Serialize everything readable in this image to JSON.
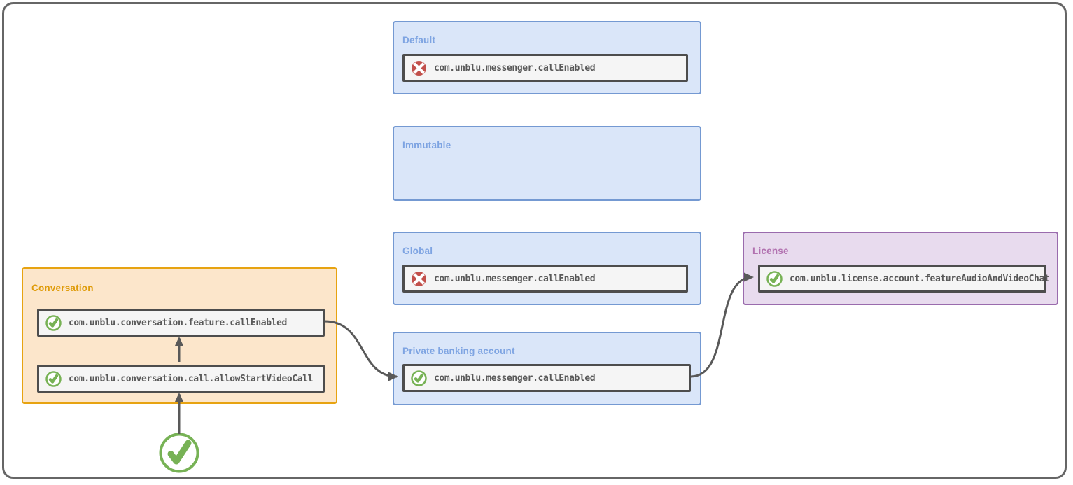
{
  "diagram_type": "configuration-property-inheritance",
  "layers": {
    "default": {
      "label": "Default",
      "property": {
        "name": "com.unblu.messenger.callEnabled",
        "state": "disabled"
      }
    },
    "immutable": {
      "label": "Immutable"
    },
    "global": {
      "label": "Global",
      "property": {
        "name": "com.unblu.messenger.callEnabled",
        "state": "disabled"
      }
    },
    "private_banking_account": {
      "label": "Private banking account",
      "property": {
        "name": "com.unblu.messenger.callEnabled",
        "state": "enabled"
      }
    },
    "conversation": {
      "label": "Conversation",
      "properties": [
        {
          "name": "com.unblu.conversation.feature.callEnabled",
          "state": "enabled"
        },
        {
          "name": "com.unblu.conversation.call.allowStartVideoCall",
          "state": "enabled"
        }
      ]
    },
    "license": {
      "label": "License",
      "property": {
        "name": "com.unblu.license.account.featureAudioAndVideoChat",
        "state": "enabled"
      }
    }
  },
  "connections": [
    {
      "from": "input-enabled-check",
      "to": "conversation.call.allowStartVideoCall"
    },
    {
      "from": "conversation.call.allowStartVideoCall",
      "to": "conversation.feature.callEnabled"
    },
    {
      "from": "conversation.feature.callEnabled",
      "to": "private_banking_account.messenger.callEnabled"
    },
    {
      "from": "private_banking_account.messenger.callEnabled",
      "to": "license.account.featureAudioAndVideoChat"
    }
  ],
  "icons": {
    "enabled": "check-circle-icon",
    "disabled": "cross-circle-icon",
    "input_value": "large-check-circle-icon"
  },
  "colors": {
    "layer_blue_fill": "#dae6f9",
    "layer_blue_stroke": "#7499d2",
    "layer_blue_label": "#7ea4e2",
    "layer_orange_fill": "#fce6cb",
    "layer_orange_stroke": "#e7a311",
    "layer_orange_label": "#df9c0b",
    "layer_purple_fill": "#e8dbee",
    "layer_purple_stroke": "#9a6bad",
    "layer_purple_label": "#b272b0",
    "property_fill": "#f5f5f5",
    "property_stroke": "#4d4d4d",
    "property_text": "#595959",
    "enabled_green": "#77b255",
    "disabled_red": "#c2504b",
    "arrow": "#595959",
    "frame": "#666666"
  }
}
